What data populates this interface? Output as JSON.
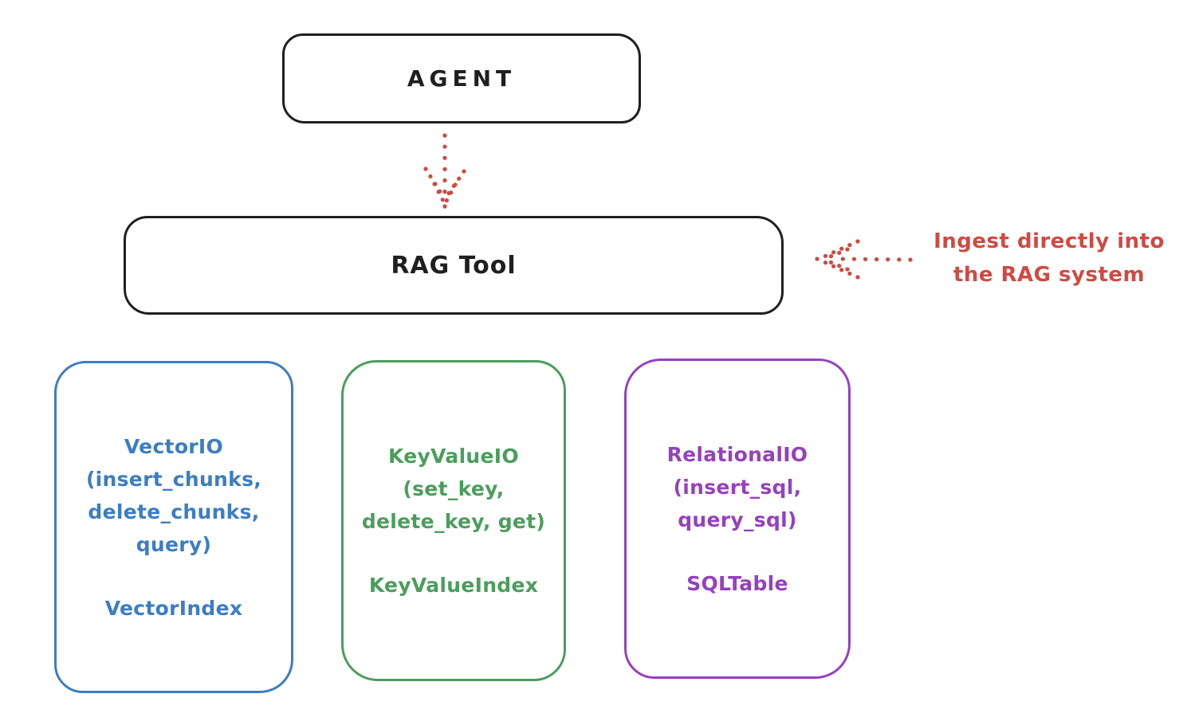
{
  "diagram": {
    "agent": {
      "label": "AGENT"
    },
    "rag_tool": {
      "label": "RAG Tool"
    },
    "annotation": {
      "line1": "Ingest directly into",
      "line2": "the RAG system"
    },
    "cards": {
      "vector": {
        "lines": [
          "VectorIO",
          "(insert_chunks,",
          "delete_chunks,",
          "query)"
        ],
        "footer": "VectorIndex"
      },
      "keyvalue": {
        "lines": [
          "KeyValueIO",
          "(set_key,",
          "delete_key, get)"
        ],
        "footer": "KeyValueIndex"
      },
      "relational": {
        "lines": [
          "RelationalIO",
          "(insert_sql,",
          "query_sql)"
        ],
        "footer": "SQLTable"
      }
    },
    "colors": {
      "ink": "#1f1f1f",
      "red": "#cf4a42",
      "blue": "#3c7dc3",
      "green": "#4a9e5c",
      "purple": "#9640bf",
      "background": "#ffffff"
    }
  }
}
